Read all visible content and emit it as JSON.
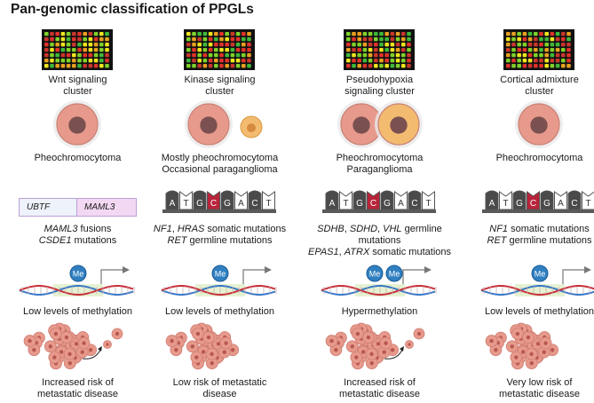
{
  "title": "Pan-genomic classification of PPGLs",
  "columns": [
    {
      "id": "wnt",
      "cluster": [
        "Wnt signaling",
        "cluster"
      ],
      "tumor_cells": 1,
      "tumor_type": [
        "Pheochromocytoma",
        ""
      ],
      "fusion": [
        "UBTF",
        "MAML3"
      ],
      "mutations": [
        [
          {
            "t": "MAML3",
            "i": true
          },
          {
            "t": " fusions",
            "i": false
          }
        ],
        [
          {
            "t": "CSDE1",
            "i": true
          },
          {
            "t": " mutations",
            "i": false
          }
        ]
      ],
      "methyl_groups": 1,
      "methylation": "Low levels of methylation",
      "metastasis": [
        "Increased risk of",
        "metastatic disease"
      ],
      "detached_cells": true
    },
    {
      "id": "kinase",
      "cluster": [
        "Kinase signaling",
        "cluster"
      ],
      "tumor_cells": 2,
      "tumor_type": [
        "Mostly pheochromocytoma",
        "Occasional paraganglioma"
      ],
      "dna": [
        "A",
        "T",
        "G",
        "C",
        "G",
        "A",
        "C",
        "T"
      ],
      "mutations": [
        [
          {
            "t": "NF1",
            "i": true
          },
          {
            "t": ", ",
            "i": false
          },
          {
            "t": "HRAS",
            "i": true
          },
          {
            "t": " somatic mutations",
            "i": false
          }
        ],
        [
          {
            "t": "RET",
            "i": true
          },
          {
            "t": " germline mutations",
            "i": false
          }
        ]
      ],
      "methyl_groups": 1,
      "methylation": "Low levels of methylation",
      "metastasis": [
        "Low risk of metastatic",
        "disease"
      ],
      "detached_cells": false
    },
    {
      "id": "pseudohypoxia",
      "cluster": [
        "Pseudohypoxia",
        "signaling cluster"
      ],
      "tumor_cells": 2,
      "tumor_type": [
        "Pheochromocytoma",
        "Paraganglioma"
      ],
      "dna": [
        "A",
        "T",
        "G",
        "C",
        "G",
        "A",
        "C",
        "T"
      ],
      "mutations": [
        [
          {
            "t": "SDHB",
            "i": true
          },
          {
            "t": ", ",
            "i": false
          },
          {
            "t": "SDHD",
            "i": true
          },
          {
            "t": ", ",
            "i": false
          },
          {
            "t": "VHL",
            "i": true
          },
          {
            "t": " germline mutations",
            "i": false
          }
        ],
        [
          {
            "t": "EPAS1",
            "i": true
          },
          {
            "t": ", ",
            "i": false
          },
          {
            "t": "ATRX",
            "i": true
          },
          {
            "t": " somatic mutations",
            "i": false
          }
        ]
      ],
      "methyl_groups": 2,
      "methylation": "Hypermethylation",
      "metastasis": [
        "Increased risk of",
        "metastatic disease"
      ],
      "detached_cells": true
    },
    {
      "id": "cortical",
      "cluster": [
        "Cortical admixture",
        "cluster"
      ],
      "tumor_cells": 1,
      "tumor_type": [
        "Pheochromocytoma",
        ""
      ],
      "dna": [
        "A",
        "T",
        "G",
        "C",
        "G",
        "A",
        "C",
        "T"
      ],
      "mutations": [
        [
          {
            "t": "NF1",
            "i": true
          },
          {
            "t": " somatic mutations",
            "i": false
          }
        ],
        [
          {
            "t": "RET",
            "i": true
          },
          {
            "t": " germline mutations",
            "i": false
          }
        ]
      ],
      "methyl_groups": 1,
      "methylation": "Low levels of methylation",
      "metastasis": [
        "Very low risk of",
        "metastatic disease"
      ],
      "detached_cells": false
    }
  ],
  "me_label": "Me",
  "colors": {
    "heatmap": [
      "#e0322b",
      "#f0e51e",
      "#7fd12a",
      "#c9362c",
      "#3fb83a",
      "#e8a020"
    ],
    "dna_red": "#c8303a",
    "dna_blue": "#3a78c8",
    "highlight": "#e5f2d2",
    "me": "#2f7fc1",
    "tumor": "#e79a8c",
    "nucleus": "#7a5050",
    "tumor_orange": "#f3bb70",
    "dna_base_dark": "#4a4a4a",
    "dna_base_mut": "#b8243a",
    "fusion_left": "#eef2fb",
    "fusion_right": "#f3d8f3"
  }
}
